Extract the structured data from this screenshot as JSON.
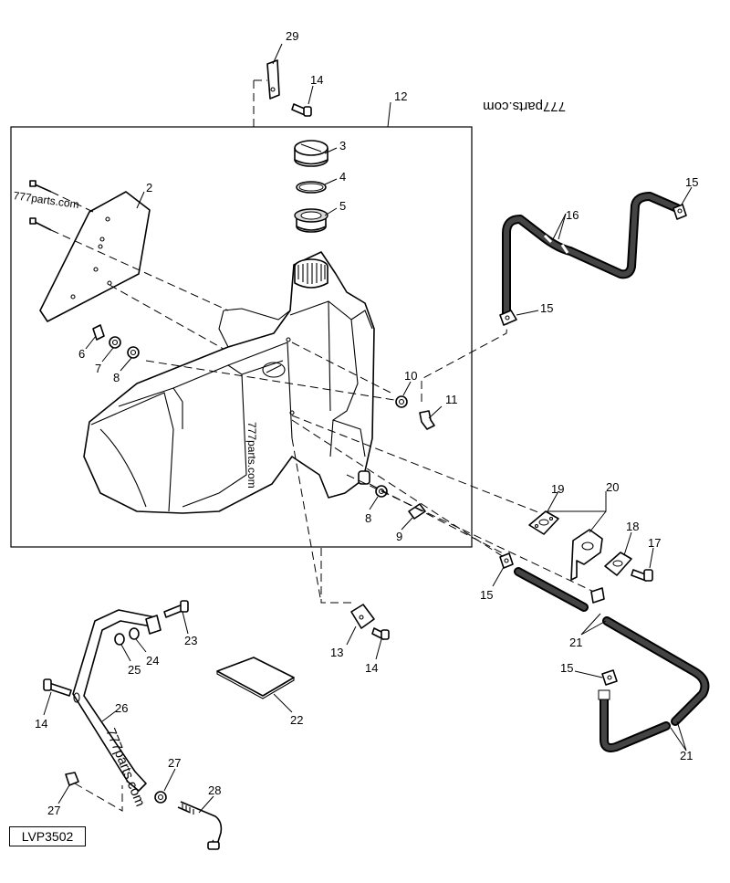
{
  "drawing_code": "LVP3502",
  "watermark": "777parts.com",
  "callouts": {
    "c2": "2",
    "c3": "3",
    "c4": "4",
    "c5": "5",
    "c6": "6",
    "c7": "7",
    "c8a": "8",
    "c8b": "8",
    "c9": "9",
    "c10": "10",
    "c11": "11",
    "c12": "12",
    "c13": "13",
    "c14a": "14",
    "c14b": "14",
    "c14c": "14",
    "c15a": "15",
    "c15b": "15",
    "c15c": "15",
    "c15d": "15",
    "c16": "16",
    "c17": "17",
    "c18": "18",
    "c19": "19",
    "c20": "20",
    "c21a": "21",
    "c21b": "21",
    "c22": "22",
    "c23": "23",
    "c24": "24",
    "c25": "25",
    "c26": "26",
    "c27a": "27",
    "c27b": "27",
    "c28": "28",
    "c29": "29"
  }
}
